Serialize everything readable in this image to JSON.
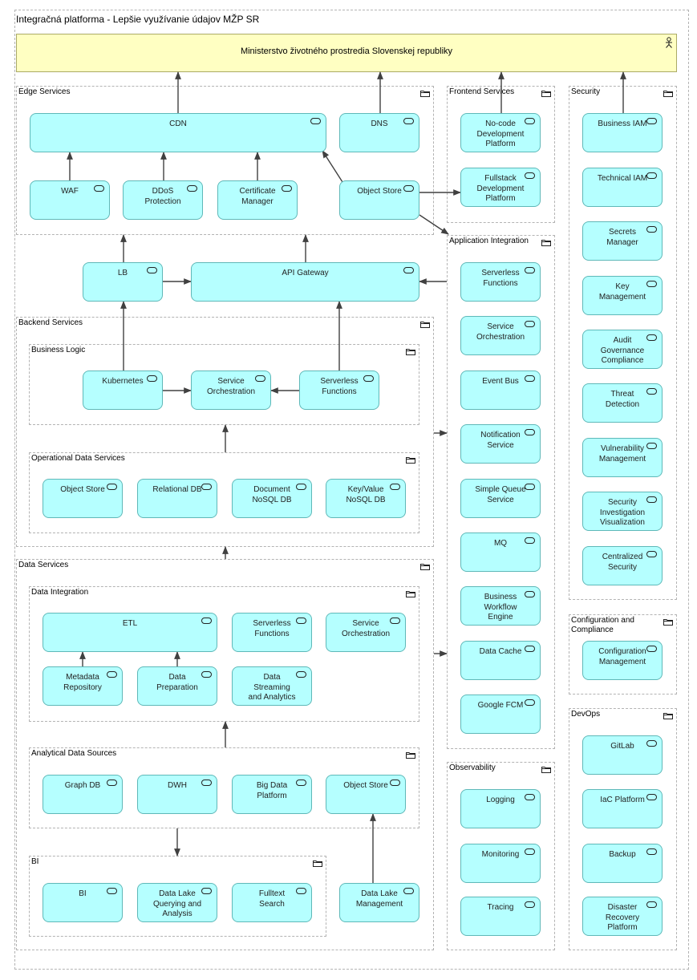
{
  "title": "Integračná platforma - Lepšie využívanie údajov MŽP SR",
  "actor": {
    "id": "actor",
    "label": "Ministerstvo životného prostredia Slovenskej republiky",
    "icon": "actor-icon"
  },
  "colors": {
    "node_fill": "#b5ffff",
    "node_border": "#5fb8b8",
    "actor_fill": "#ffffc2",
    "group_border": "#b3b3b3",
    "arrow": "#404040"
  },
  "groups": [
    {
      "id": "edge",
      "label": "Edge Services"
    },
    {
      "id": "frontend",
      "label": "Frontend Services"
    },
    {
      "id": "security",
      "label": "Security"
    },
    {
      "id": "appint",
      "label": "Application Integration"
    },
    {
      "id": "backend",
      "label": "Backend Services"
    },
    {
      "id": "bizlogic",
      "label": "Business Logic"
    },
    {
      "id": "opdata",
      "label": "Operational Data Services"
    },
    {
      "id": "data",
      "label": "Data Services"
    },
    {
      "id": "dataint",
      "label": "Data Integration"
    },
    {
      "id": "analytical",
      "label": "Analytical Data Sources"
    },
    {
      "id": "bi_grp",
      "label": "BI"
    },
    {
      "id": "config",
      "label": "Configuration and Compliance"
    },
    {
      "id": "observ",
      "label": "Observability"
    },
    {
      "id": "devops",
      "label": "DevOps"
    }
  ],
  "nodes": [
    {
      "id": "cdn",
      "label": "CDN"
    },
    {
      "id": "dns",
      "label": "DNS"
    },
    {
      "id": "waf",
      "label": "WAF"
    },
    {
      "id": "ddos",
      "label": "DDoS\nProtection"
    },
    {
      "id": "cert",
      "label": "Certificate\nManager"
    },
    {
      "id": "objstore_edge",
      "label": "Object Store"
    },
    {
      "id": "nocode",
      "label": "No-code\nDevelopment\nPlatform"
    },
    {
      "id": "fullstack",
      "label": "Fullstack\nDevelopment\nPlatform"
    },
    {
      "id": "biz_iam",
      "label": "Business IAM"
    },
    {
      "id": "tech_iam",
      "label": "Technical IAM"
    },
    {
      "id": "secrets",
      "label": "Secrets\nManager"
    },
    {
      "id": "keymgmt",
      "label": "Key\nManagement"
    },
    {
      "id": "audit",
      "label": "Audit\nGovernance\nCompliance"
    },
    {
      "id": "threat",
      "label": "Threat\nDetection"
    },
    {
      "id": "vuln",
      "label": "Vulnerability\nManagement"
    },
    {
      "id": "secinv",
      "label": "Security\nInvestigation\nVisualization"
    },
    {
      "id": "centsec",
      "label": "Centralized\nSecurity"
    },
    {
      "id": "lb",
      "label": "LB"
    },
    {
      "id": "apigw",
      "label": "API Gateway"
    },
    {
      "id": "sf_app",
      "label": "Serverless\nFunctions"
    },
    {
      "id": "so_app",
      "label": "Service\nOrchestration"
    },
    {
      "id": "eventbus",
      "label": "Event Bus"
    },
    {
      "id": "notif",
      "label": "Notification\nService"
    },
    {
      "id": "sqs",
      "label": "Simple Queue\nService"
    },
    {
      "id": "mq",
      "label": "MQ"
    },
    {
      "id": "bwe",
      "label": "Business\nWorkflow\nEngine"
    },
    {
      "id": "datacache",
      "label": "Data Cache"
    },
    {
      "id": "fcm",
      "label": "Google FCM"
    },
    {
      "id": "k8s",
      "label": "Kubernetes"
    },
    {
      "id": "so_bl",
      "label": "Service\nOrchestration"
    },
    {
      "id": "sf_bl",
      "label": "Serverless\nFunctions"
    },
    {
      "id": "objstore_op",
      "label": "Object Store"
    },
    {
      "id": "reldb",
      "label": "Relational DB"
    },
    {
      "id": "docdb",
      "label": "Document\nNoSQL DB"
    },
    {
      "id": "kvdb",
      "label": "Key/Value\nNoSQL DB"
    },
    {
      "id": "etl",
      "label": "ETL"
    },
    {
      "id": "sf_di",
      "label": "Serverless\nFunctions"
    },
    {
      "id": "so_di",
      "label": "Service\nOrchestration"
    },
    {
      "id": "metarepo",
      "label": "Metadata\nRepository"
    },
    {
      "id": "dataprep",
      "label": "Data\nPreparation"
    },
    {
      "id": "streaming",
      "label": "Data\nStreaming\nand Analytics"
    },
    {
      "id": "graphdb",
      "label": "Graph DB"
    },
    {
      "id": "dwh",
      "label": "DWH"
    },
    {
      "id": "bigdata",
      "label": "Big Data\nPlatform"
    },
    {
      "id": "objstore_an",
      "label": "Object Store"
    },
    {
      "id": "bi",
      "label": "BI"
    },
    {
      "id": "dlquery",
      "label": "Data Lake\nQuerying and\nAnalysis"
    },
    {
      "id": "fulltext",
      "label": "Fulltext\nSearch"
    },
    {
      "id": "dlmgmt",
      "label": "Data Lake\nManagement"
    },
    {
      "id": "configmgmt",
      "label": "Configuration\nManagement"
    },
    {
      "id": "logging",
      "label": "Logging"
    },
    {
      "id": "monitoring",
      "label": "Monitoring"
    },
    {
      "id": "tracing",
      "label": "Tracing"
    },
    {
      "id": "gitlab",
      "label": "GitLab"
    },
    {
      "id": "iac",
      "label": "IaC Platform"
    },
    {
      "id": "backup",
      "label": "Backup"
    },
    {
      "id": "drp",
      "label": "Disaster\nRecovery\nPlatform"
    }
  ],
  "edges": [
    {
      "from": "cdn",
      "to": "actor"
    },
    {
      "from": "dns",
      "to": "actor"
    },
    {
      "from": "nocode",
      "to": "actor"
    },
    {
      "from": "biz_iam",
      "to": "actor"
    },
    {
      "from": "waf",
      "to": "cdn"
    },
    {
      "from": "ddos",
      "to": "cdn"
    },
    {
      "from": "cert",
      "to": "cdn"
    },
    {
      "from": "objstore_edge",
      "to": "cdn"
    },
    {
      "from": "objstore_edge",
      "to": "fullstack"
    },
    {
      "from": "objstore_edge",
      "to": "appint"
    },
    {
      "from": "lb",
      "to": "edge"
    },
    {
      "from": "apigw",
      "to": "edge"
    },
    {
      "from": "lb",
      "to": "apigw"
    },
    {
      "from": "appint",
      "to": "apigw"
    },
    {
      "from": "k8s",
      "to": "lb"
    },
    {
      "from": "sf_bl",
      "to": "apigw"
    },
    {
      "from": "k8s",
      "to": "so_bl"
    },
    {
      "from": "sf_bl",
      "to": "so_bl"
    },
    {
      "from": "opdata",
      "to": "bizlogic"
    },
    {
      "from": "data",
      "to": "backend"
    },
    {
      "from": "backend",
      "to": "appint"
    },
    {
      "from": "data",
      "to": "appint"
    },
    {
      "from": "metarepo",
      "to": "etl"
    },
    {
      "from": "dataprep",
      "to": "etl"
    },
    {
      "from": "analytical",
      "to": "dataint"
    },
    {
      "from": "analytical",
      "to": "bi_grp"
    },
    {
      "from": "dlmgmt",
      "to": "objstore_an"
    }
  ]
}
